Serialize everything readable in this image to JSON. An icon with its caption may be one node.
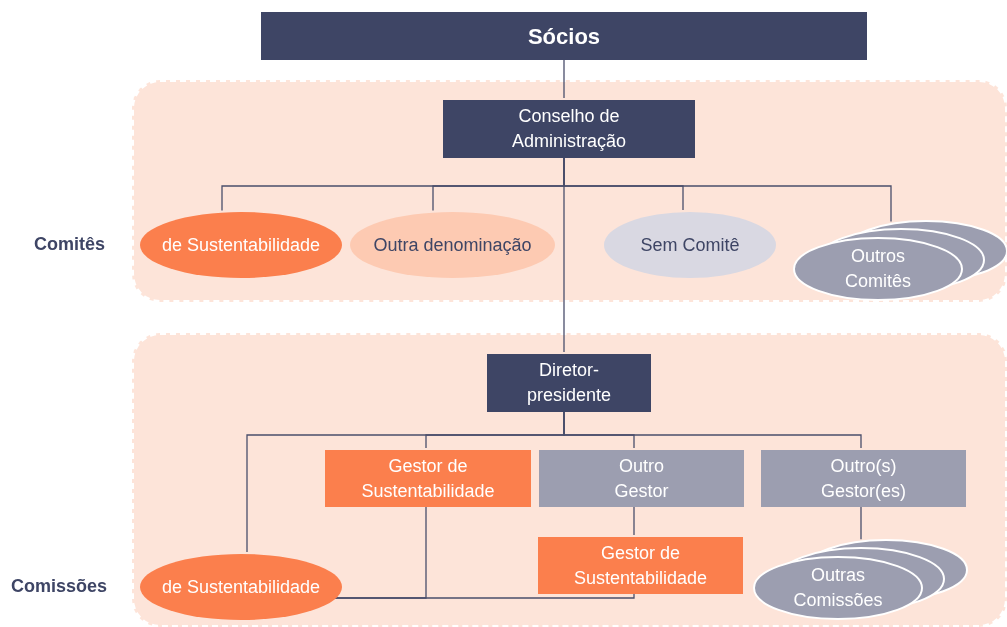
{
  "diagram": {
    "nodes": [
      {
        "text": [
          "Sócios"
        ]
      },
      {
        "text": [],
        "shape": "box"
      },
      {
        "text": [
          "Conselho de Administração"
        ],
        "in": 1
      },
      {
        "text": [
          "de Sustentabilidade"
        ],
        "in": 1
      },
      {
        "text": [
          "Outra denominação"
        ],
        "in": 1
      },
      {
        "text": [
          "Sem Comitê"
        ],
        "in": 1
      },
      {
        "text": [
          "Outros Comitês"
        ],
        "in": 1
      },
      {
        "text": [],
        "shape": "box"
      },
      {
        "text": [
          "Diretor-presidente"
        ],
        "in": 7
      },
      {
        "text": [
          "Gestor de Sustentabilidade"
        ],
        "in": 7
      },
      {
        "text": [
          "Outro Gestor"
        ],
        "in": 7
      },
      {
        "text": [
          "Outro(s) Gestor(es)"
        ],
        "in": 7
      },
      {
        "text": [
          "de Sustentabilidade"
        ],
        "in": 7
      },
      {
        "text": [
          "Gestor de Sustentabilidade"
        ],
        "in": 7
      },
      {
        "text": [
          "Outras Comissões"
        ],
        "in": 7
      }
    ],
    "edges": [
      {
        "from": 0,
        "to": 2,
        "arrow": "none"
      },
      {
        "from": 2,
        "to": 3,
        "arrow": "none"
      },
      {
        "from": 2,
        "to": 4,
        "arrow": "none"
      },
      {
        "from": 2,
        "to": 5,
        "arrow": "none"
      },
      {
        "from": 2,
        "to": 6,
        "arrow": "none"
      },
      {
        "from": 2,
        "to": 8,
        "arrow": "none"
      },
      {
        "from": 8,
        "to": 9,
        "arrow": "none"
      },
      {
        "from": 8,
        "to": 10,
        "arrow": "none"
      },
      {
        "from": 8,
        "to": 11,
        "arrow": "none"
      },
      {
        "from": 8,
        "to": 12,
        "arrow": "none"
      },
      {
        "from": 10,
        "to": 13,
        "arrow": "none"
      },
      {
        "from": 11,
        "to": 14,
        "arrow": "none"
      },
      {
        "from": 9,
        "to": 12,
        "arrow": "none"
      },
      {
        "from": 13,
        "to": 12,
        "arrow": "none"
      }
    ],
    "labels": [
      "Comitês",
      "Comissões"
    ]
  }
}
